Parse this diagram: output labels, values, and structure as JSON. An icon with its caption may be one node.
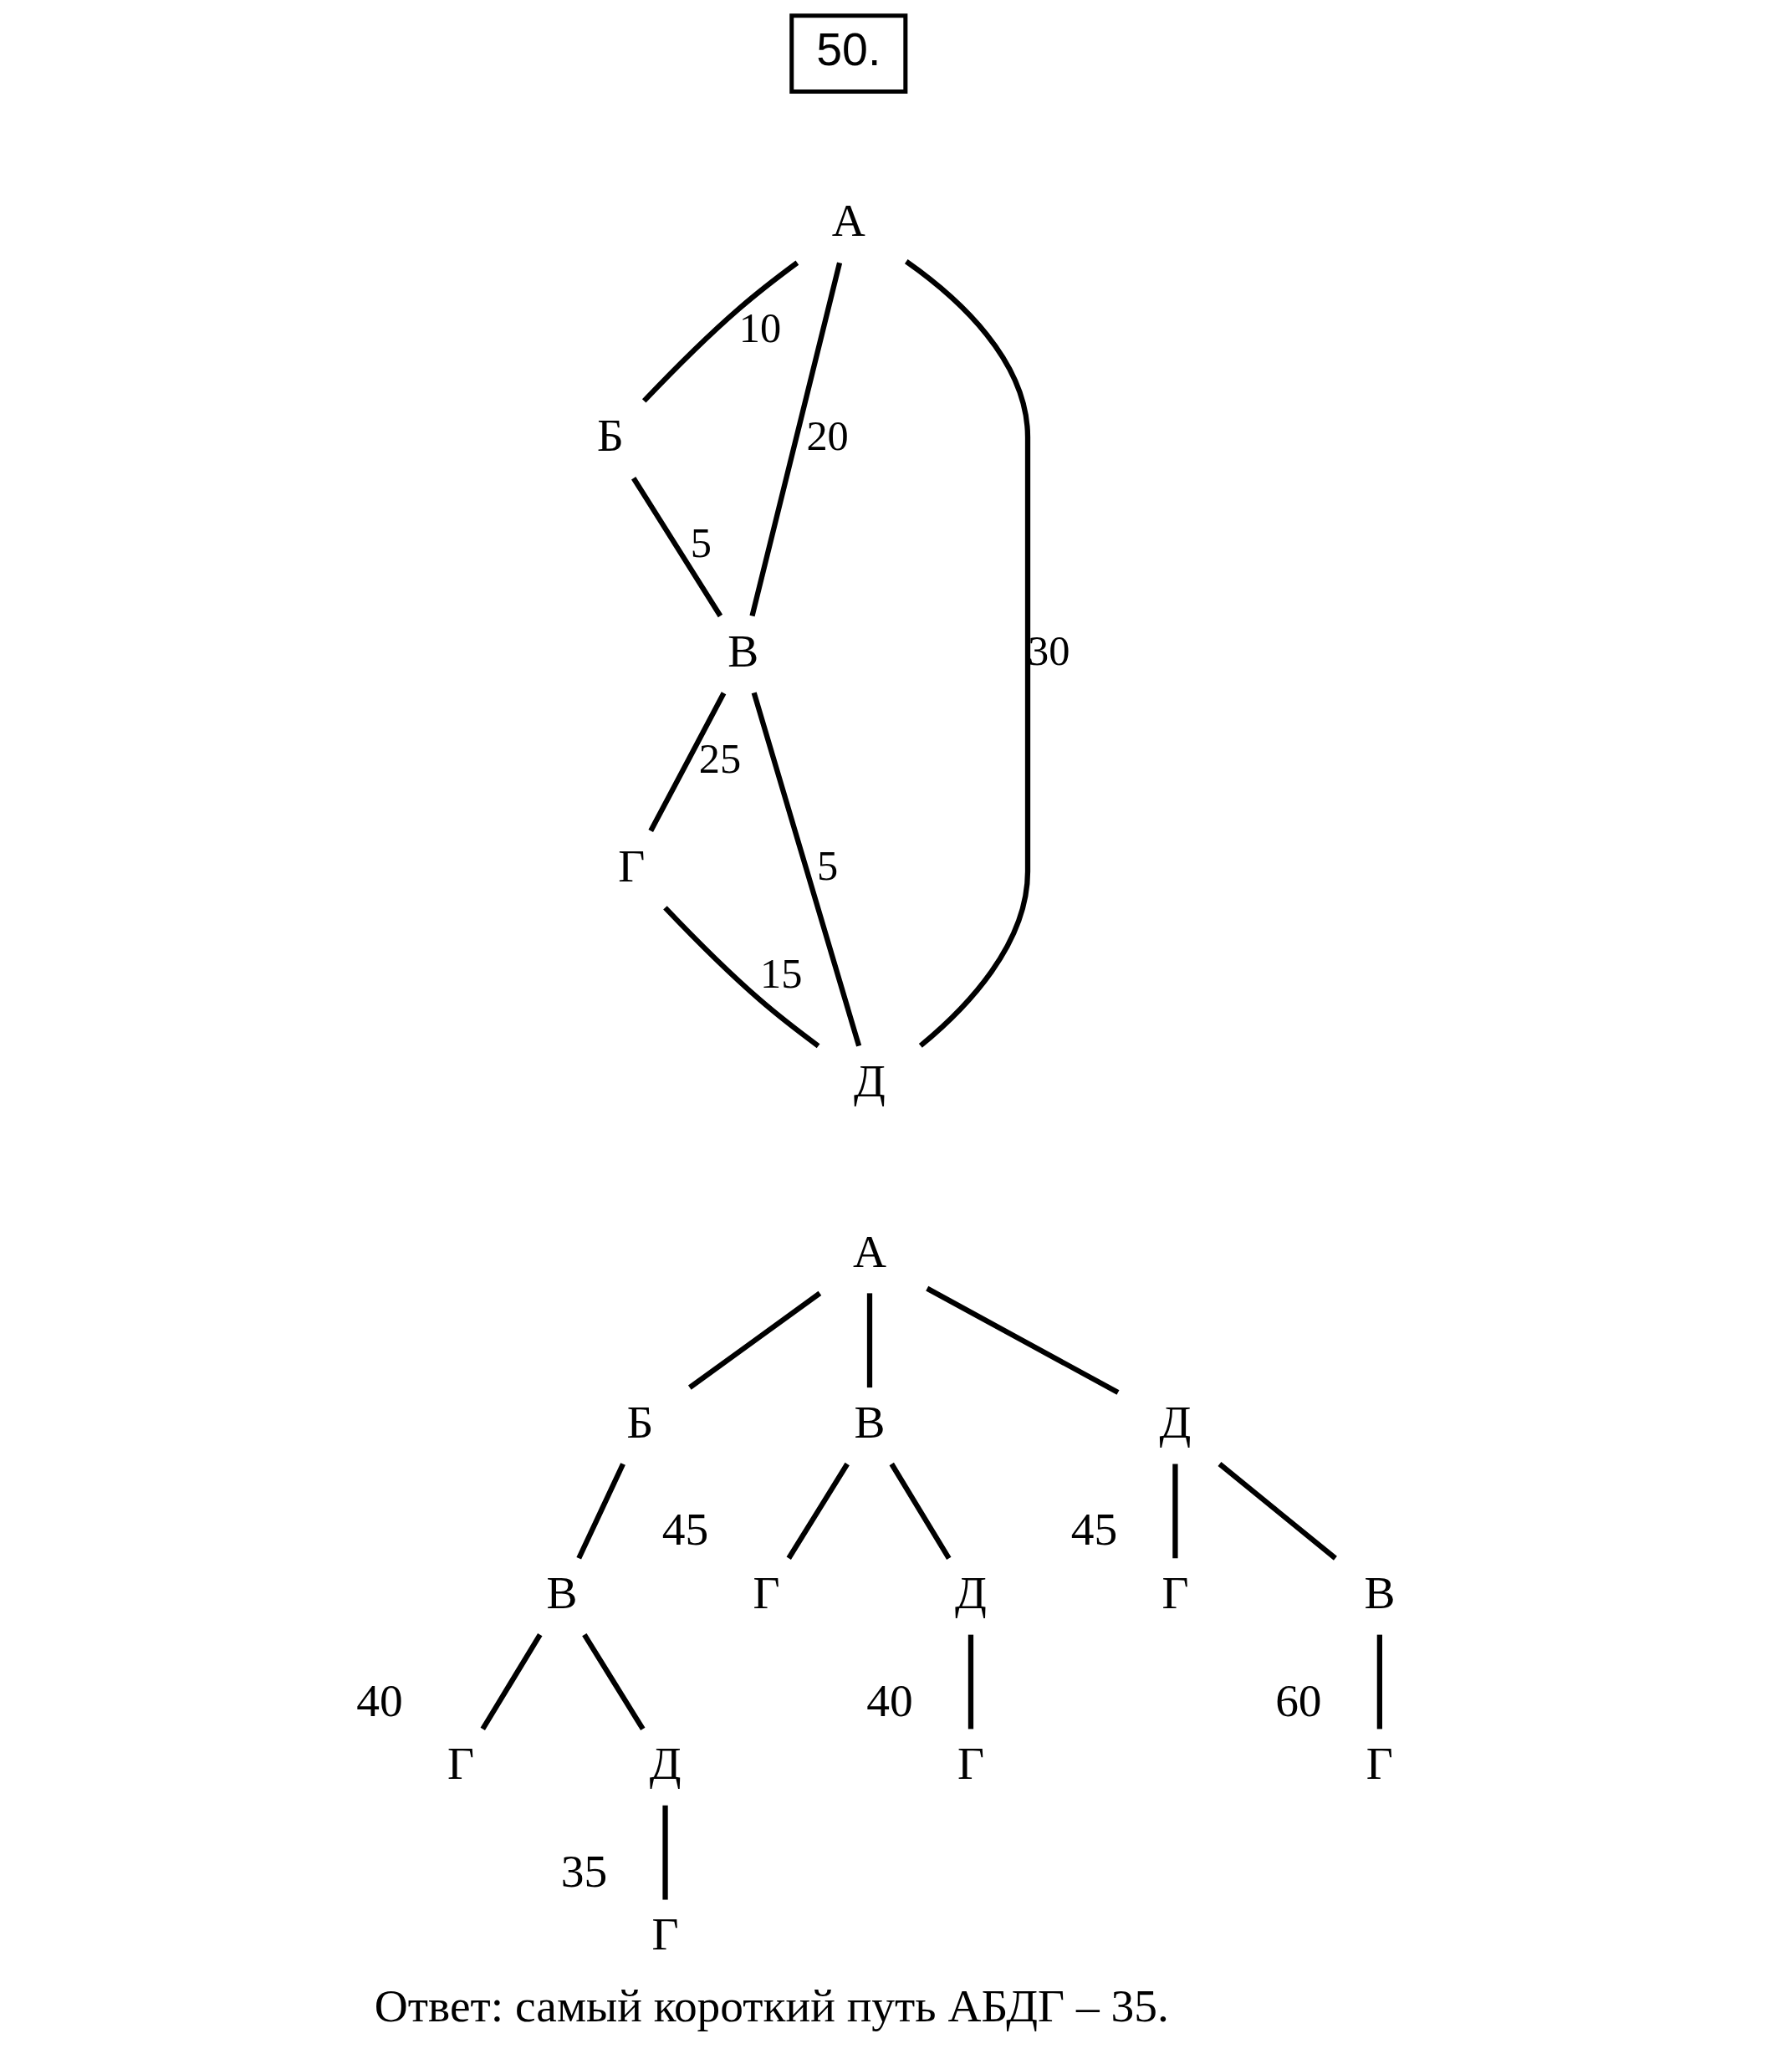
{
  "diagram": {
    "title": "50.",
    "caption": "Ответ: самый короткий путь АБДГ – 35.",
    "nodes": [
      {
        "text": [
          "А"
        ]
      },
      {
        "text": [
          "Б"
        ]
      },
      {
        "text": [
          "В"
        ]
      },
      {
        "text": [
          "Г"
        ]
      },
      {
        "text": [
          "Д"
        ]
      },
      {
        "text": [
          "А"
        ]
      },
      {
        "text": [
          "Б"
        ]
      },
      {
        "text": [
          "В"
        ]
      },
      {
        "text": [
          "Д"
        ]
      },
      {
        "text": [
          "В"
        ]
      },
      {
        "text": [
          "Г"
        ],
        "beside": [
          "45"
        ]
      },
      {
        "text": [
          "Д"
        ]
      },
      {
        "text": [
          "Г"
        ],
        "beside": [
          "45"
        ]
      },
      {
        "text": [
          "В"
        ]
      },
      {
        "text": [
          "Г"
        ],
        "beside": [
          "40"
        ]
      },
      {
        "text": [
          "Д"
        ]
      },
      {
        "text": [
          "Г"
        ],
        "beside": [
          "40"
        ]
      },
      {
        "text": [
          "Г"
        ],
        "beside": [
          "60"
        ]
      },
      {
        "text": [
          "Г"
        ],
        "beside": [
          "35"
        ]
      }
    ],
    "edges": [
      {
        "from": 0,
        "to": 1,
        "arrow": "none",
        "label": "10"
      },
      {
        "from": 1,
        "to": 2,
        "arrow": "none",
        "label": "5"
      },
      {
        "from": 0,
        "to": 2,
        "arrow": "none",
        "label": "20"
      },
      {
        "from": 0,
        "to": 4,
        "arrow": "none",
        "label": "30"
      },
      {
        "from": 2,
        "to": 3,
        "arrow": "none",
        "label": "25"
      },
      {
        "from": 2,
        "to": 4,
        "arrow": "none",
        "label": "5"
      },
      {
        "from": 3,
        "to": 4,
        "arrow": "none",
        "label": "15"
      },
      {
        "from": 5,
        "to": 6,
        "arrow": "none"
      },
      {
        "from": 5,
        "to": 7,
        "arrow": "none"
      },
      {
        "from": 5,
        "to": 8,
        "arrow": "none"
      },
      {
        "from": 6,
        "to": 9,
        "arrow": "none"
      },
      {
        "from": 7,
        "to": 10,
        "arrow": "none"
      },
      {
        "from": 7,
        "to": 11,
        "arrow": "none"
      },
      {
        "from": 8,
        "to": 12,
        "arrow": "none"
      },
      {
        "from": 8,
        "to": 13,
        "arrow": "none"
      },
      {
        "from": 9,
        "to": 14,
        "arrow": "none"
      },
      {
        "from": 9,
        "to": 15,
        "arrow": "none"
      },
      {
        "from": 11,
        "to": 16,
        "arrow": "none"
      },
      {
        "from": 13,
        "to": 17,
        "arrow": "none"
      },
      {
        "from": 15,
        "to": 18,
        "arrow": "none"
      }
    ]
  }
}
